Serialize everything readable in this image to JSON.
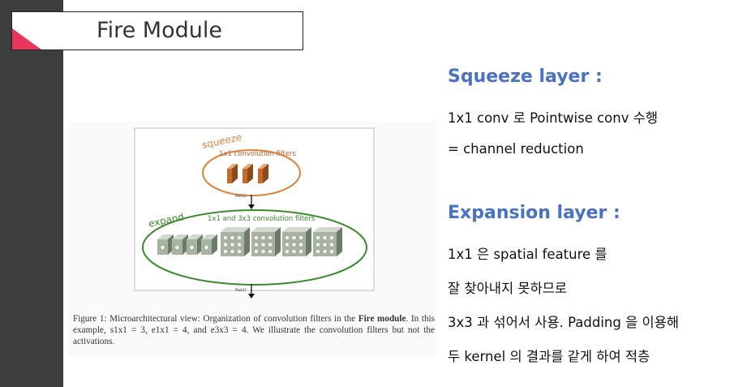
{
  "slide": {
    "title": "Fire Module"
  },
  "figure": {
    "squeeze_label": "squeeze",
    "squeeze_filters_label": "1x1 convolution filters",
    "relu_top": "ReLU",
    "expand_label": "expand",
    "expand_filters_label": "1x1 and 3x3 convolution filters",
    "relu_bottom": "ReLU",
    "caption_prefix": "Figure 1: Microarchitectural view: Organization of convolution filters in the ",
    "caption_bold": "Fire module",
    "caption_suffix": ". In this example, s1x1 = 3, e1x1 = 4, and e3x3 = 4. We illustrate the convolution filters but not the activations.",
    "colors": {
      "squeeze": "#e0823a",
      "expand": "#3b8a2e"
    }
  },
  "notes": {
    "squeeze_heading": "Squeeze layer :",
    "squeeze_line1": "1x1 conv 로 Pointwise conv 수행",
    "squeeze_line2": "= channel reduction",
    "expansion_heading": "Expansion layer :",
    "expansion_line1": "1x1 은 spatial feature 를",
    "expansion_line2": "잘 찾아내지 못하므로",
    "expansion_line3": "3x3 과 섞어서 사용. Padding 을 이용해",
    "expansion_line4": "두 kernel 의 결과를 같게 하여 적층"
  }
}
